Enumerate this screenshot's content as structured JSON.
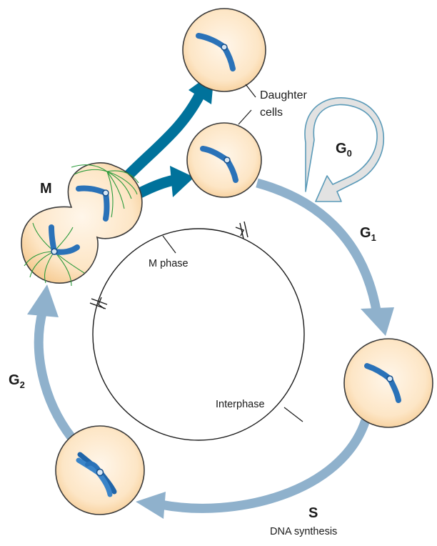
{
  "diagram": {
    "labels": {
      "daughter_line1": "Daughter",
      "daughter_line2": "cells",
      "g0_main": "G",
      "g0_sub": "0",
      "g1_main": "G",
      "g1_sub": "1",
      "g2_main": "G",
      "g2_sub": "2",
      "m": "M",
      "s": "S",
      "dna_synthesis": "DNA synthesis",
      "m_phase": "M phase",
      "interphase": "Interphase"
    },
    "colors": {
      "cell_fill": "#fbdcb0",
      "cell_stroke": "#3a3a3a",
      "cycle_arrow": "#8fb1cc",
      "division_arrow": "#00729b",
      "chromosome": "#2a72b8",
      "chromosome_dark": "#164f8a",
      "spindle": "#2a9a3a",
      "g0_arrow_fill": "#e2e2e2",
      "g0_arrow_stroke": "#5a9ab8"
    },
    "cells": [
      {
        "name": "daughter-cell-top",
        "stage": "daughter"
      },
      {
        "name": "daughter-cell-lower",
        "stage": "daughter"
      },
      {
        "name": "mitotic-cell",
        "stage": "M"
      },
      {
        "name": "cell-s-phase",
        "stage": "S"
      },
      {
        "name": "cell-g2-phase",
        "stage": "G2"
      }
    ]
  }
}
